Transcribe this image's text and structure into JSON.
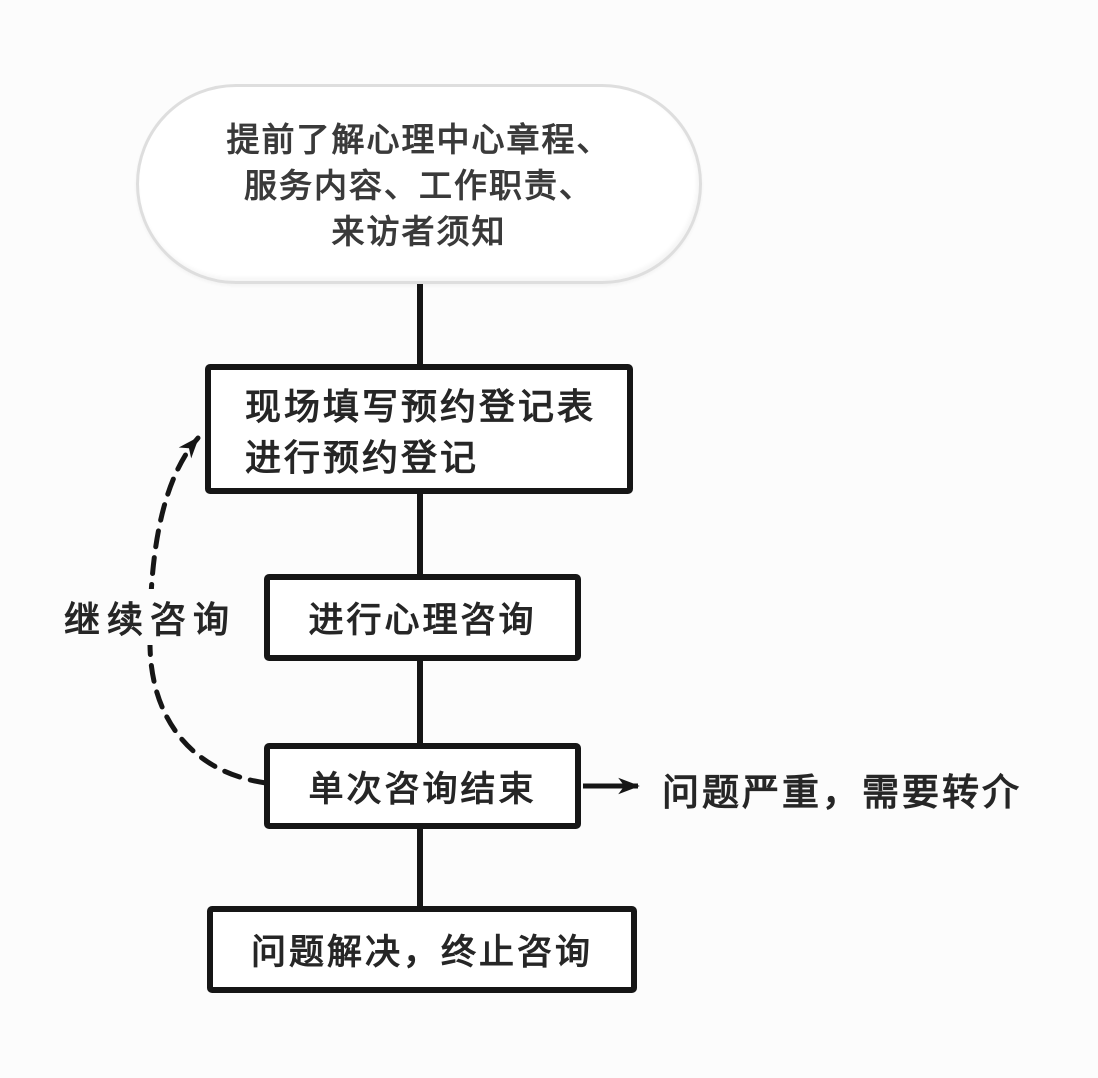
{
  "diagram": {
    "type": "flowchart",
    "language": "zh",
    "colors": {
      "background": "#fcfcfc",
      "node_fill": "#ffffff",
      "stroke": "#161616",
      "stadium_border": "#dedede",
      "text": "#262626"
    },
    "nodes": {
      "start": {
        "shape": "stadium",
        "lines": [
          "提前了解心理中心章程、",
          "服务内容、工作职责、",
          "来访者须知"
        ]
      },
      "register": {
        "shape": "rect",
        "lines": [
          "现场填写预约登记表",
          "进行预约登记"
        ]
      },
      "counseling": {
        "shape": "rect",
        "label": "进行心理咨询"
      },
      "session_end": {
        "shape": "rect",
        "label": "单次咨询结束"
      },
      "terminate": {
        "shape": "rect",
        "label": "问题解决，终止咨询"
      }
    },
    "edges": {
      "start_to_register": {
        "type": "solid-line"
      },
      "register_to_counseling": {
        "type": "solid-line"
      },
      "counseling_to_session_end": {
        "type": "solid-line"
      },
      "session_end_to_terminate": {
        "type": "solid-line"
      },
      "referral": {
        "type": "solid-arrow-right",
        "label": "问题严重，需要转介"
      },
      "continue_loop": {
        "type": "dashed-curved-arrow",
        "label": "继续咨询"
      }
    }
  }
}
